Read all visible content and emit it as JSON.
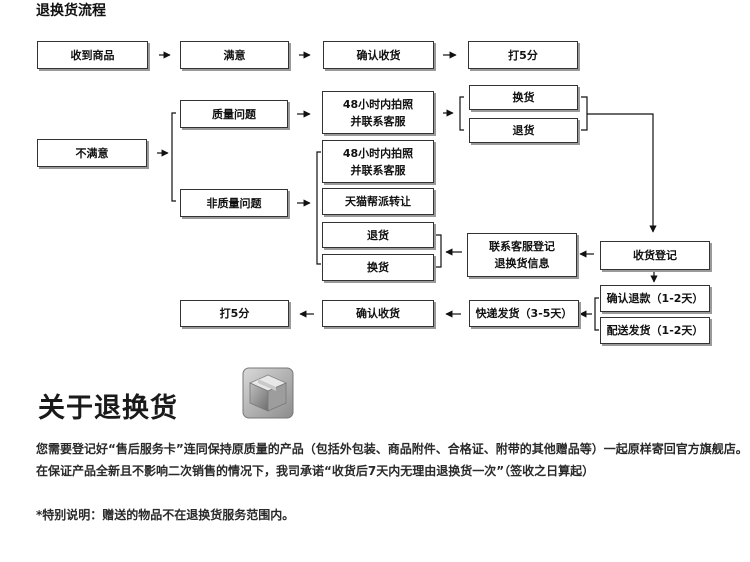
{
  "title": "退换货流程",
  "flow": {
    "received": "收到商品",
    "satisfied": "满意",
    "confirm_receipt_top": "确认收货",
    "rate_top": "打5分",
    "unsatisfied": "不满意",
    "quality_issue": "质量问题",
    "photo_contact_q": [
      "48小时内拍照",
      "并联系客服"
    ],
    "exchange_q": "换货",
    "return_q": "退货",
    "nonquality_issue": "非质量问题",
    "photo_contact_nq": [
      "48小时内拍照",
      "并联系客服"
    ],
    "tmall_transfer": "天猫帮派转让",
    "return_nq": "退货",
    "exchange_nq": "换货",
    "register_info": [
      "联系客服登记",
      "退换货信息"
    ],
    "receipt_register": "收货登记",
    "confirm_refund": "确认退款（1-2天）",
    "ship_out": "配送发货（1-2天）",
    "express_ship": "快递发货（3-5天）",
    "confirm_receipt_bottom": "确认收货",
    "rate_bottom": "打5分"
  },
  "about": {
    "heading": "关于退换货",
    "icon": "package-box-icon",
    "paragraph1": "您需要登记好“售后服务卡”连同保持原质量的产品（包括外包装、商品附件、合格证、附带的其他赠品等）一起原样寄回官方旗舰店。在保证产品全新且不影响二次销售的情况下，我司承诺“收货后7天内无理由退换货一次”（签收之日算起）",
    "paragraph2": "*特别说明：赠送的物品不在退换货服务范围内。"
  }
}
